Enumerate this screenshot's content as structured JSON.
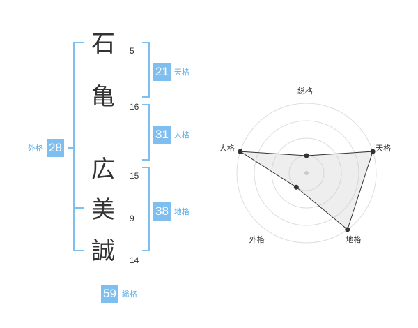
{
  "name": {
    "characters": [
      {
        "char": "石",
        "strokes": "5"
      },
      {
        "char": "亀",
        "strokes": "16"
      },
      {
        "char": "広",
        "strokes": "15"
      },
      {
        "char": "美",
        "strokes": "9"
      },
      {
        "char": "誠",
        "strokes": "14"
      }
    ]
  },
  "fortunes": {
    "tenkaku": {
      "value": "21",
      "label": "天格"
    },
    "jinkaku": {
      "value": "31",
      "label": "人格"
    },
    "chikaku": {
      "value": "38",
      "label": "地格"
    },
    "gaikaku": {
      "value": "28",
      "label": "外格"
    },
    "soukaku": {
      "value": "59",
      "label": "総格"
    }
  },
  "colors": {
    "accent": "#7fbfef",
    "accent_text": "#5aaee6",
    "text": "#333333"
  },
  "chart_data": {
    "type": "radar",
    "axes": [
      "総格",
      "天格",
      "地格",
      "外格",
      "人格"
    ],
    "rings": 4,
    "values": [
      1,
      4,
      4,
      1,
      4
    ],
    "max": 4
  }
}
